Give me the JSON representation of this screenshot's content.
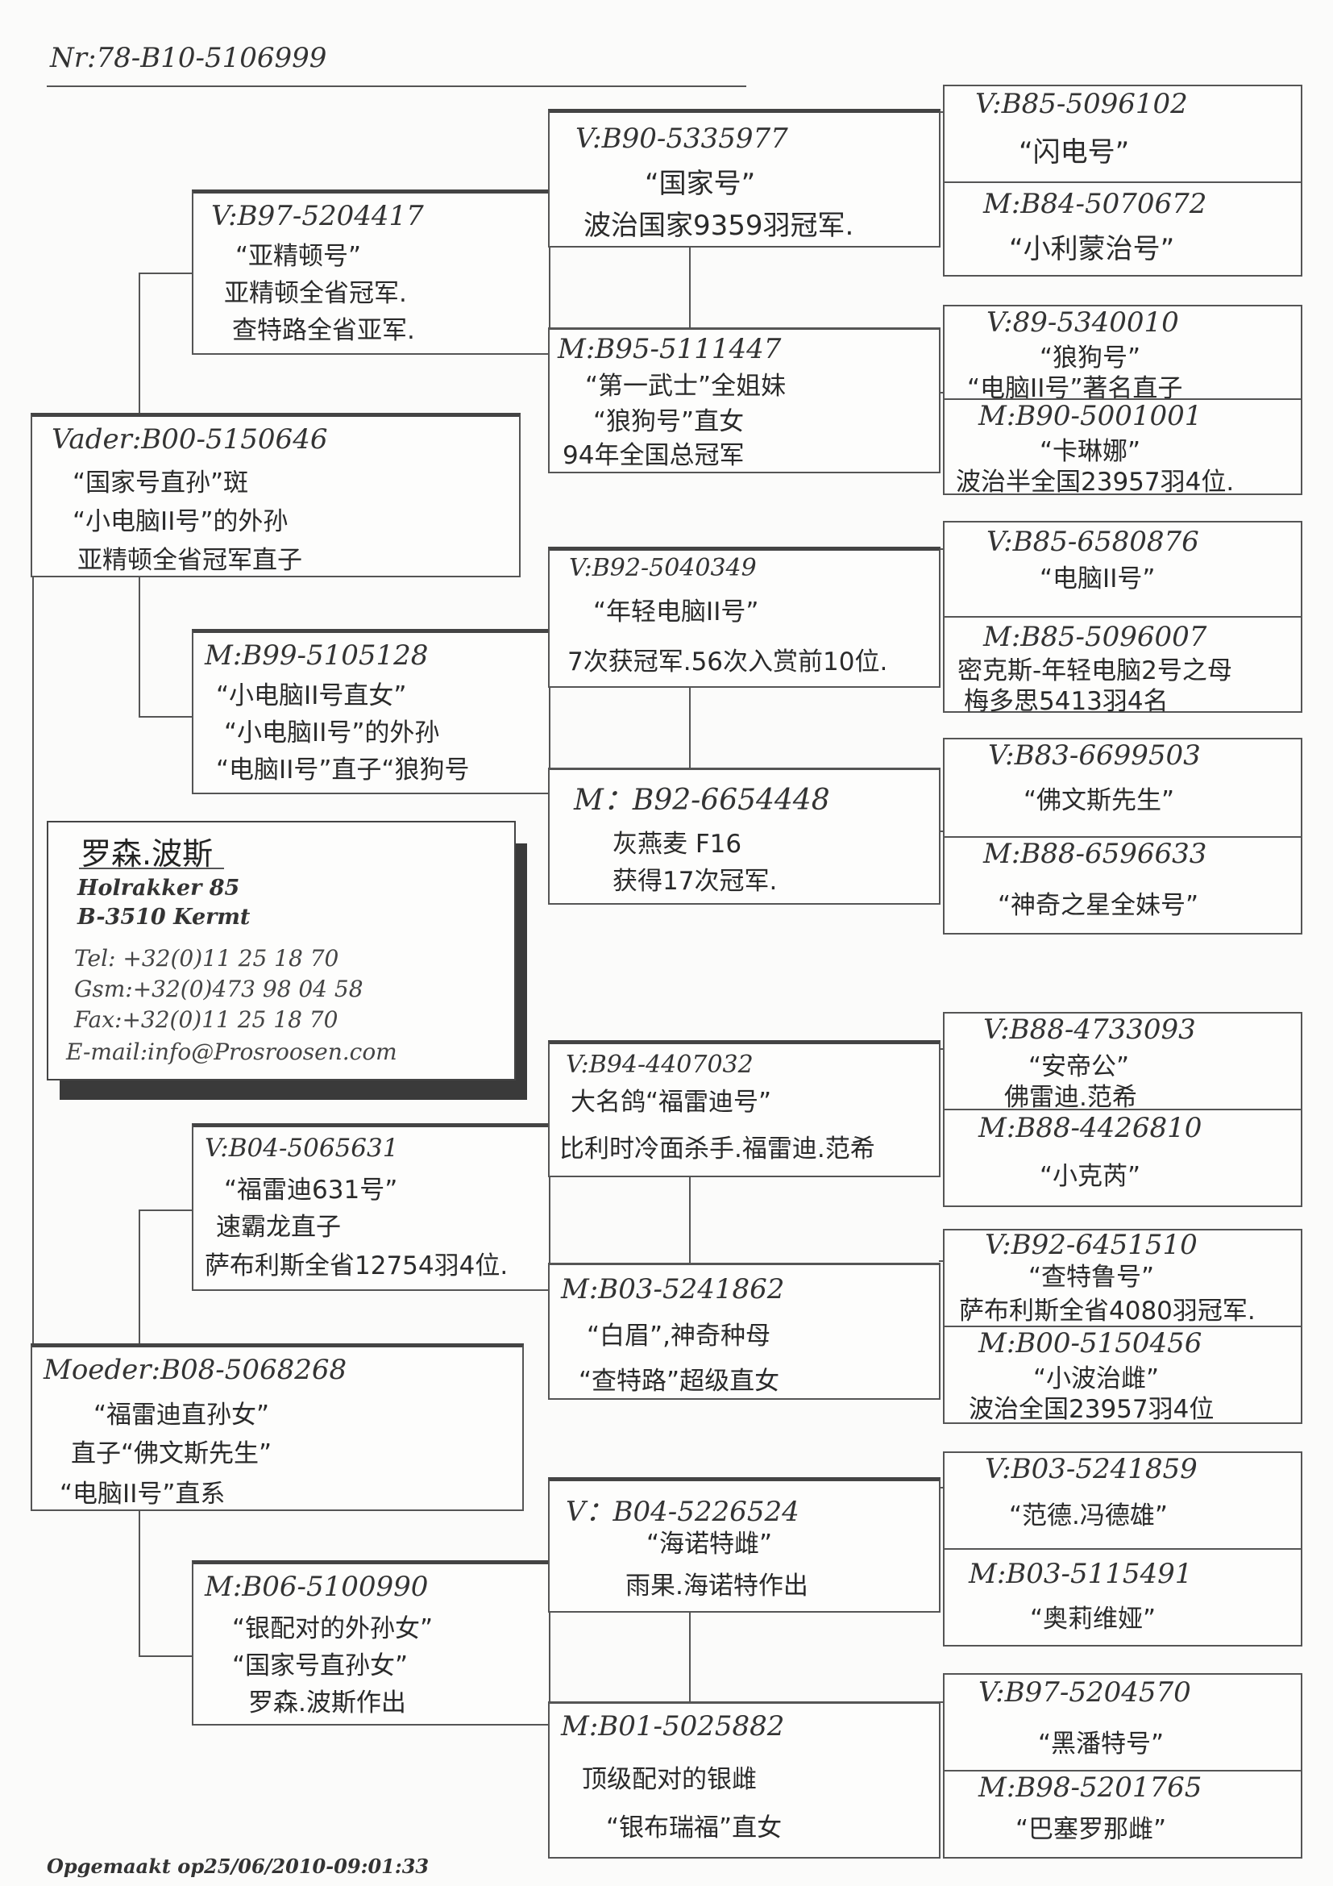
{
  "header": {
    "nr": "Nr:78-B10-5106999"
  },
  "sire": {
    "code": "Vader:B00-5150646",
    "lines": [
      "“国家号直孙”斑",
      "“小电脑II号”的外孙",
      "亚精顿全省冠军直子"
    ]
  },
  "dam": {
    "code": "Moeder:B08-5068268",
    "lines": [
      "“福雷迪直孙女”",
      "直子“佛文斯先生”",
      "“电脑II号”直系"
    ]
  },
  "gen2": [
    {
      "code": "V:B97-5204417",
      "lines": [
        "“亚精顿号”",
        "亚精顿全省冠军.",
        "查特路全省亚军."
      ]
    },
    {
      "code": "M:B99-5105128",
      "lines": [
        "“小电脑II号直女”",
        "“小电脑II号”的外孙",
        "“电脑II号”直子“狼狗号"
      ]
    },
    {
      "code": "V:B04-5065631",
      "lines": [
        "“福雷迪631号”",
        "速霸龙直子",
        "萨布利斯全省12754羽4位."
      ]
    },
    {
      "code": "M:B06-5100990",
      "lines": [
        "“银配对的外孙女”",
        "“国家号直孙女”",
        "罗森.波斯作出"
      ]
    }
  ],
  "gen3": [
    {
      "code": "V:B90-5335977",
      "lines": [
        "“国家号”",
        "波治国家9359羽冠军."
      ]
    },
    {
      "code": "M:B95-5111447",
      "lines": [
        "“第一武士”全姐妹",
        "“狼狗号”直女",
        "94年全国总冠军"
      ]
    },
    {
      "code": "V:B92-5040349",
      "lines": [
        "“年轻电脑II号”",
        "7次获冠军.56次入赏前10位."
      ]
    },
    {
      "code": "M：B92-6654448",
      "lines": [
        "灰燕麦 F16",
        "获得17次冠军."
      ]
    },
    {
      "code": "V:B94-4407032",
      "lines": [
        "大名鸽“福雷迪号”",
        "比利时冷面杀手.福雷迪.范希"
      ]
    },
    {
      "code": "M:B03-5241862",
      "lines": [
        "“白眉”,神奇种母",
        "“查特路”超级直女"
      ]
    },
    {
      "code": "V：B04-5226524",
      "lines": [
        "“海诺特雌”",
        "雨果.海诺特作出"
      ]
    },
    {
      "code": "M:B01-5025882",
      "lines": [
        "顶级配对的银雌",
        "“银布瑞福”直女"
      ]
    }
  ],
  "gen4": [
    {
      "code": "V:B85-5096102",
      "lines": [
        "“闪电号”"
      ]
    },
    {
      "code": "M:B84-5070672",
      "lines": [
        "“小利蒙治号”"
      ]
    },
    {
      "code": "V:89-5340010",
      "lines": [
        "“狼狗号”",
        "“电脑II号”著名直子"
      ]
    },
    {
      "code": "M:B90-5001001",
      "lines": [
        "“卡琳娜”",
        "波治半全国23957羽4位."
      ]
    },
    {
      "code": "V:B85-6580876",
      "lines": [
        "“电脑II号”"
      ]
    },
    {
      "code": "M:B85-5096007",
      "lines": [
        "密克斯-年轻电脑2号之母",
        "梅多思5413羽4名"
      ]
    },
    {
      "code": "V:B83-6699503",
      "lines": [
        "“佛文斯先生”"
      ]
    },
    {
      "code": "M:B88-6596633",
      "lines": [
        "“神奇之星全妹号”"
      ]
    },
    {
      "code": "V:B88-4733093",
      "lines": [
        "“安帝公”",
        "佛雷迪.范希"
      ]
    },
    {
      "code": "M:B88-4426810",
      "lines": [
        "“小克芮”"
      ]
    },
    {
      "code": "V:B92-6451510",
      "lines": [
        "“查特鲁号”",
        "萨布利斯全省4080羽冠军."
      ]
    },
    {
      "code": "M:B00-5150456",
      "lines": [
        "“小波治雌”",
        "波治全国23957羽4位"
      ]
    },
    {
      "code": "V:B03-5241859",
      "lines": [
        "“范德.冯德雄”"
      ]
    },
    {
      "code": "M:B03-5115491",
      "lines": [
        "“奥莉维娅”"
      ]
    },
    {
      "code": "V:B97-5204570",
      "lines": [
        "“黑潘特号”"
      ]
    },
    {
      "code": "M:B98-5201765",
      "lines": [
        "“巴塞罗那雌”"
      ]
    }
  ],
  "owner": {
    "name": "罗森.波斯",
    "street": "Holrakker 85",
    "city": "B-3510 Kermt",
    "tel": "Tel: +32(0)11 25 18 70",
    "gsm": "Gsm:+32(0)473 98 04 58",
    "fax": "Fax:+32(0)11 25 18 70",
    "email": "E-mail:info@Prosroosen.com"
  },
  "footer": {
    "created": "Opgemaakt op25/06/2010-09:01:33"
  }
}
